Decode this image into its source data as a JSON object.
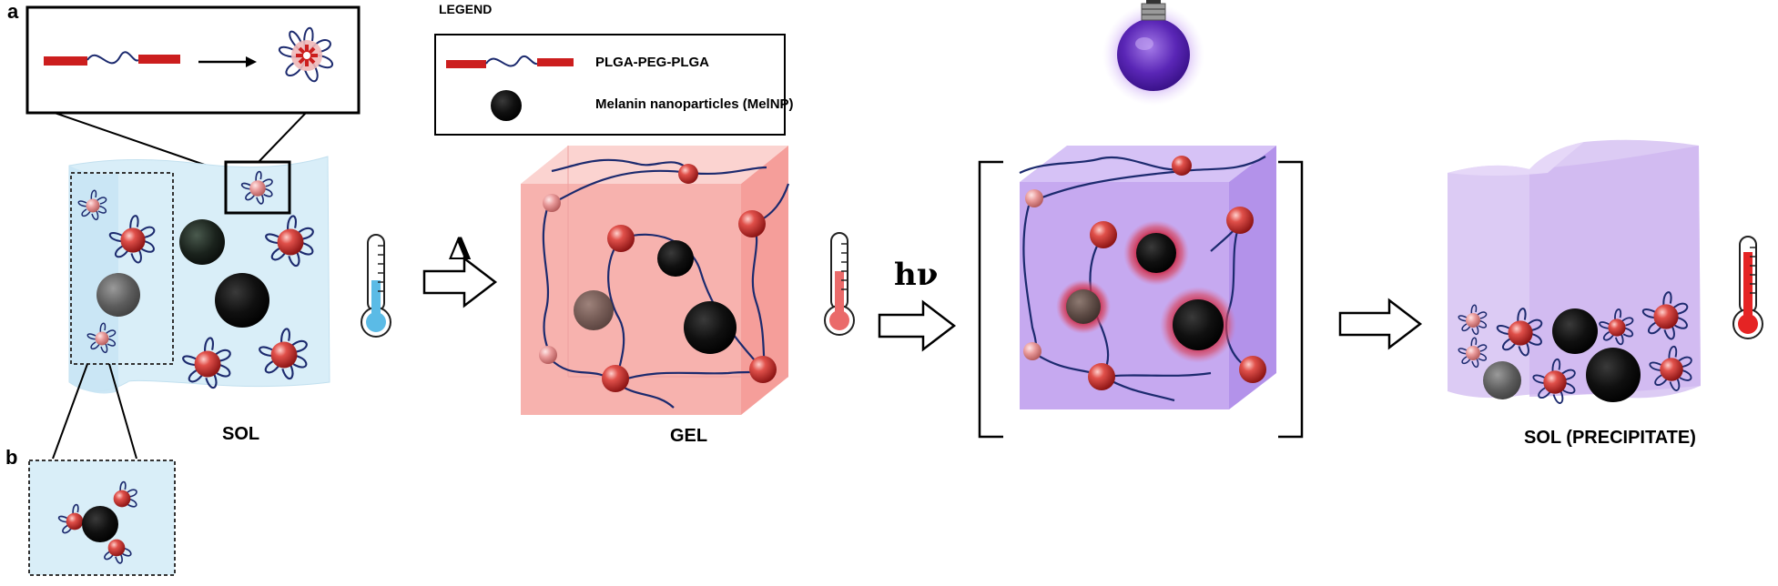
{
  "panels": {
    "a": "a",
    "b": "b"
  },
  "legend": {
    "title": "LEGEND",
    "items": [
      {
        "label": "PLGA-PEG-PLGA",
        "icon": "triblock-copolymer-icon"
      },
      {
        "label": "Melanin nanoparticles (MelNP)",
        "icon": "melanin-nanoparticle-icon"
      }
    ]
  },
  "states": [
    {
      "label": "SOL",
      "color": "#cfe8f4",
      "thermometer": 0.45,
      "thermometer_color": "#5bbbe6"
    },
    {
      "label": "GEL",
      "color": "#f6a8a4",
      "thermometer": 0.55,
      "thermometer_color": "#ea6a6a"
    },
    {
      "label": "",
      "color": "#c6a9f0",
      "thermometer": null,
      "thermometer_color": ""
    },
    {
      "label": "SOL (PRECIPITATE)",
      "color": "#d8c3f2",
      "thermometer": 0.85,
      "thermometer_color": "#e52424"
    }
  ],
  "arrows": [
    {
      "label": "Δ"
    },
    {
      "label": "hν"
    },
    {
      "label": ""
    }
  ],
  "colors": {
    "polymer_block": "#cc1e1e",
    "peg_strand": "#1c2a6e",
    "micelle_core": "#c4352e",
    "melanin": "#0c0c0c",
    "light_bulb": "#6a33c4"
  }
}
